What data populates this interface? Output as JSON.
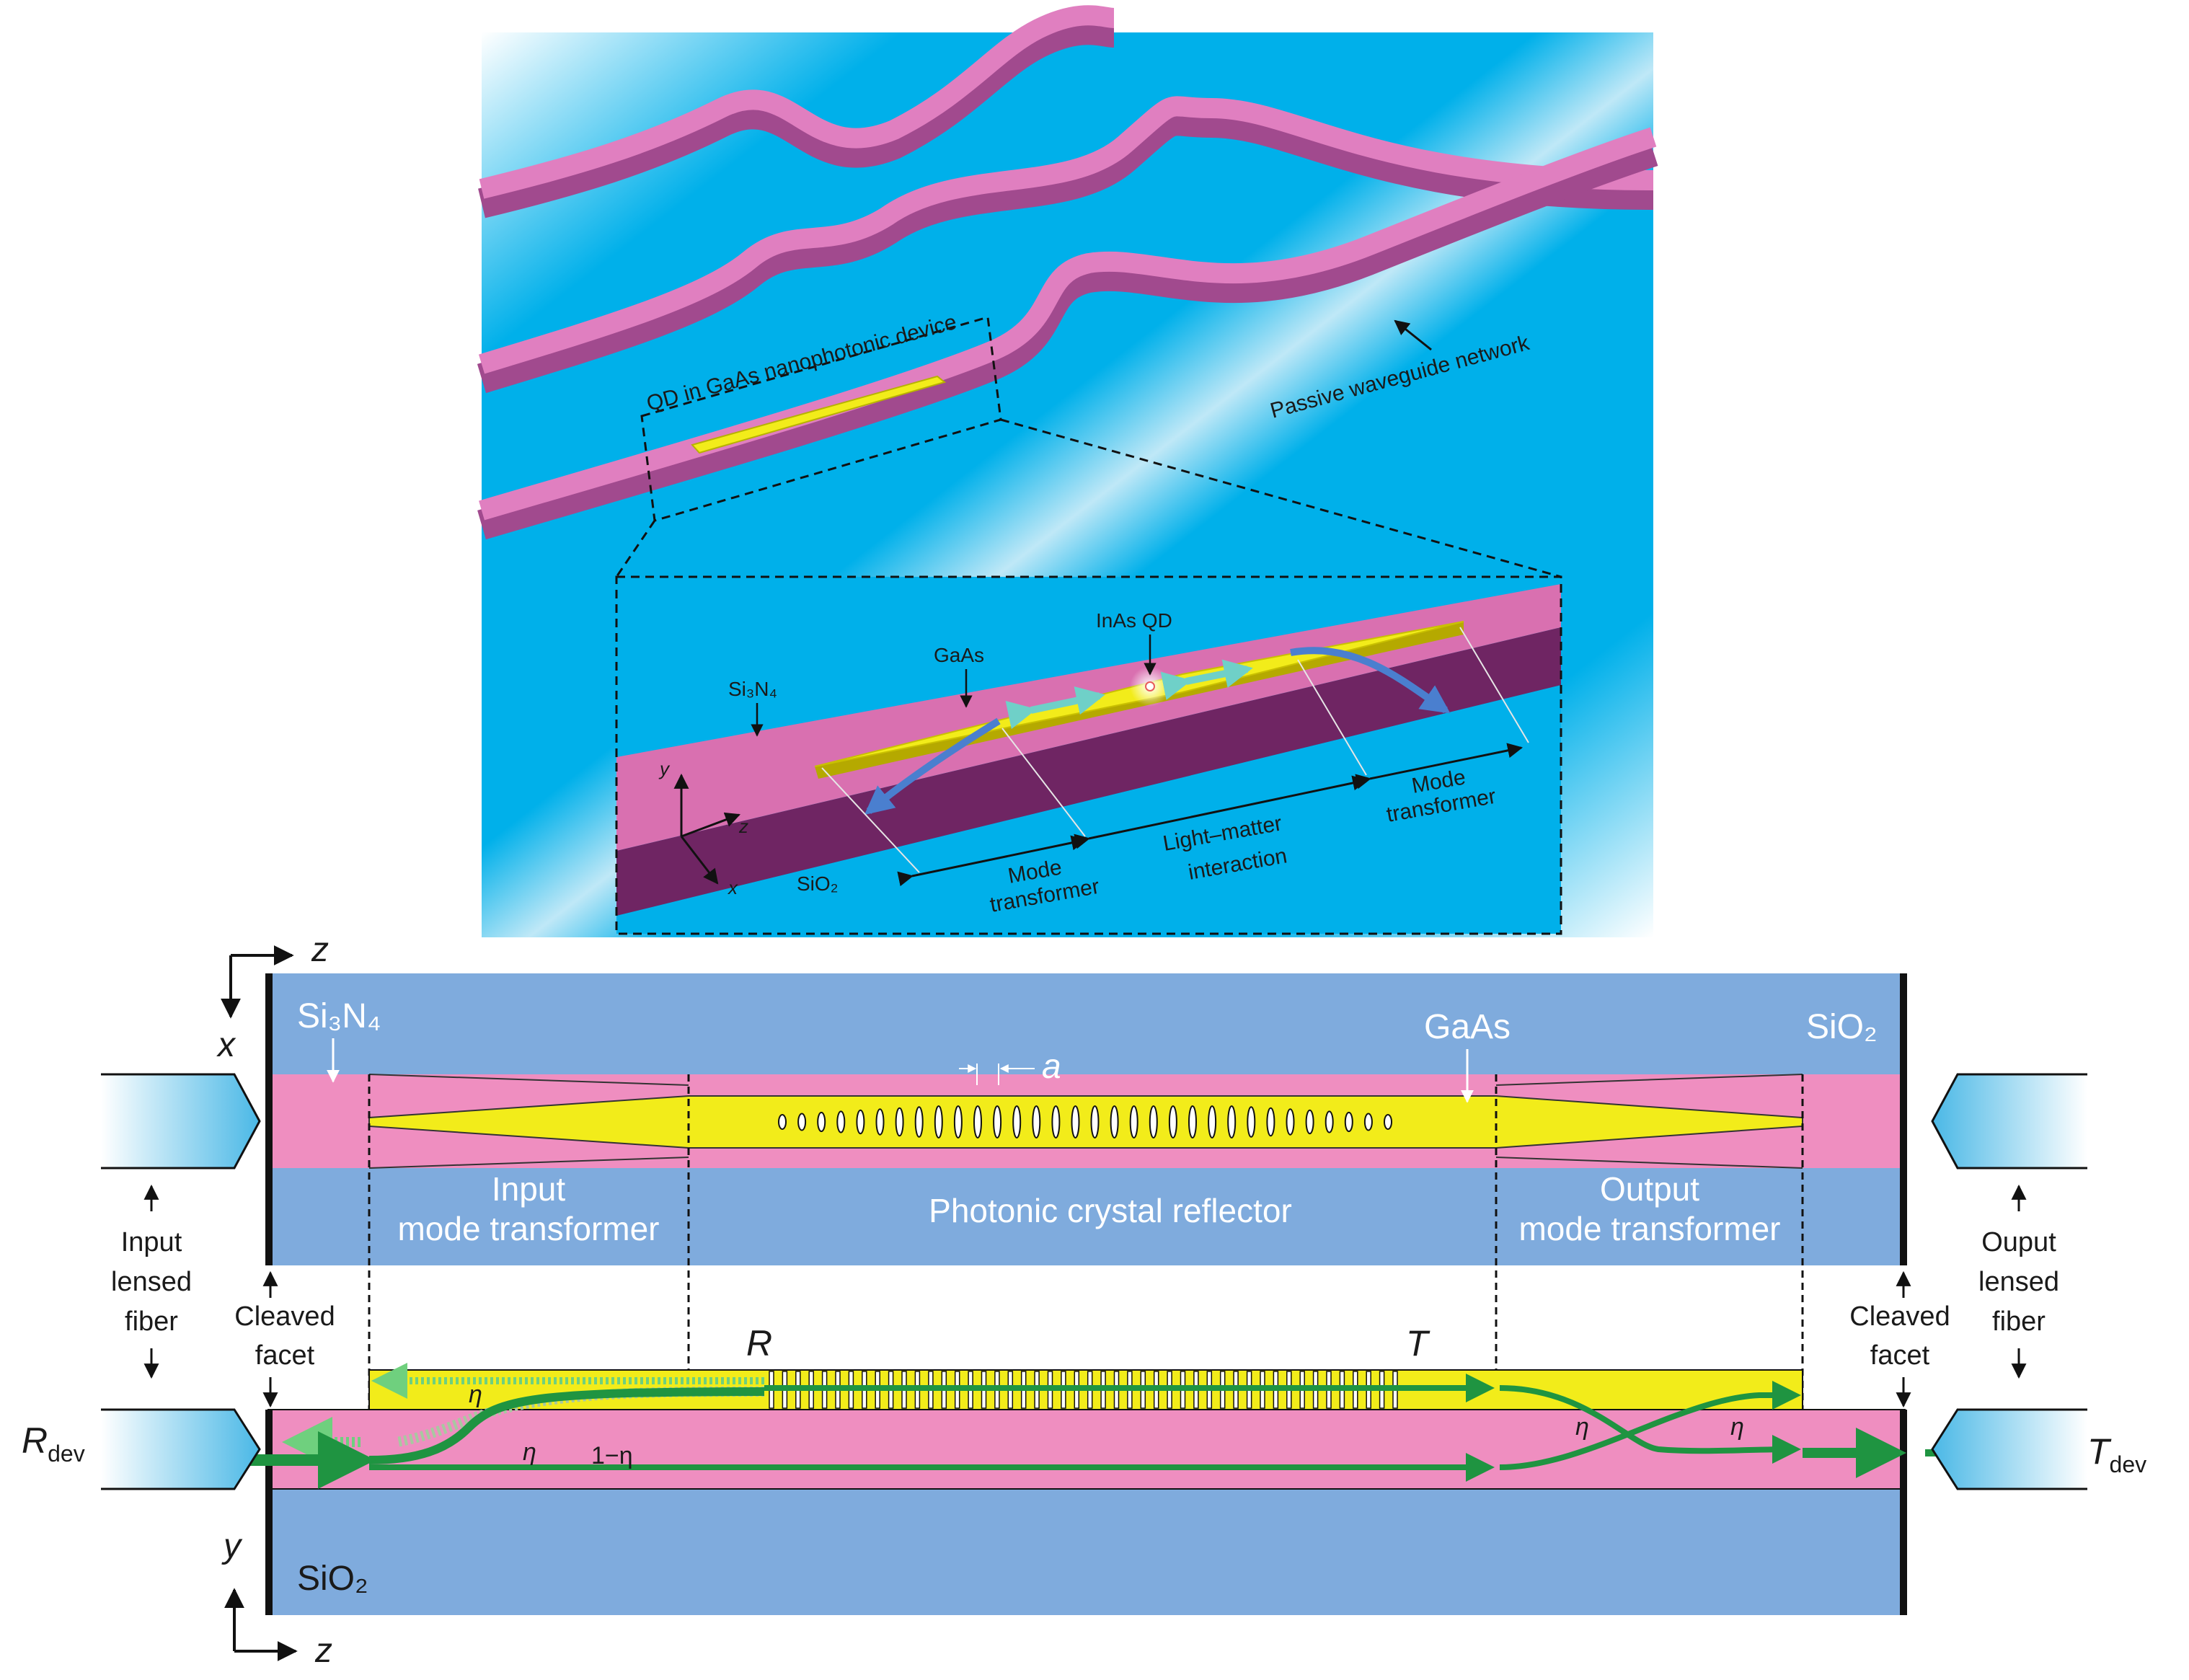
{
  "colors": {
    "blue_bg": "#00b0ea",
    "pink_waveguide": "#e07fc0",
    "pink_side": "#a14a8e",
    "yellow_gaas": "#f2ec1a",
    "slate_blue": "#7fabdd",
    "pink_panel": "#ef8ec0",
    "green_arrow": "#1f9441"
  },
  "top_panel": {
    "device_label": "QD in GaAs nanophotonic device",
    "network_label": "Passive waveguide network"
  },
  "inset": {
    "si3n4": "Si₃N₄",
    "gaas": "GaAs",
    "inas_qd": "InAs QD",
    "sio2": "SiO₂",
    "axis_y": "y",
    "axis_z": "z",
    "axis_x": "x",
    "mode_transformer_left_line1": "Mode",
    "mode_transformer_left_line2": "transformer",
    "light_matter_line1": "Light–matter",
    "light_matter_line2": "interaction",
    "mode_transformer_right_line1": "Mode",
    "mode_transformer_right_line2": "transformer"
  },
  "top_view": {
    "axis_z": "z",
    "axis_x": "x",
    "si3n4": "Si₃N₄",
    "gaas": "GaAs",
    "sio2": "SiO₂",
    "lattice_label": "a",
    "input_line1": "Input",
    "input_line2": "mode transformer",
    "phc_reflector": "Photonic crystal reflector",
    "output_line1": "Output",
    "output_line2": "mode transformer"
  },
  "side_labels": {
    "input_fiber_1": "Input",
    "input_fiber_2": "lensed",
    "input_fiber_3": "fiber",
    "cleaved_left_1": "Cleaved",
    "cleaved_left_2": "facet",
    "cleaved_right_1": "Cleaved",
    "cleaved_right_2": "facet",
    "output_fiber_1": "Ouput",
    "output_fiber_2": "lensed",
    "output_fiber_3": "fiber"
  },
  "side_view": {
    "r_label": "R",
    "t_label": "T",
    "eta": "η",
    "one_minus_eta": "1−η",
    "r_dev": "R",
    "r_dev_sub": "dev",
    "t_dev": "T",
    "t_dev_sub": "dev",
    "sio2": "SiO₂",
    "axis_y": "y",
    "axis_z": "z"
  }
}
